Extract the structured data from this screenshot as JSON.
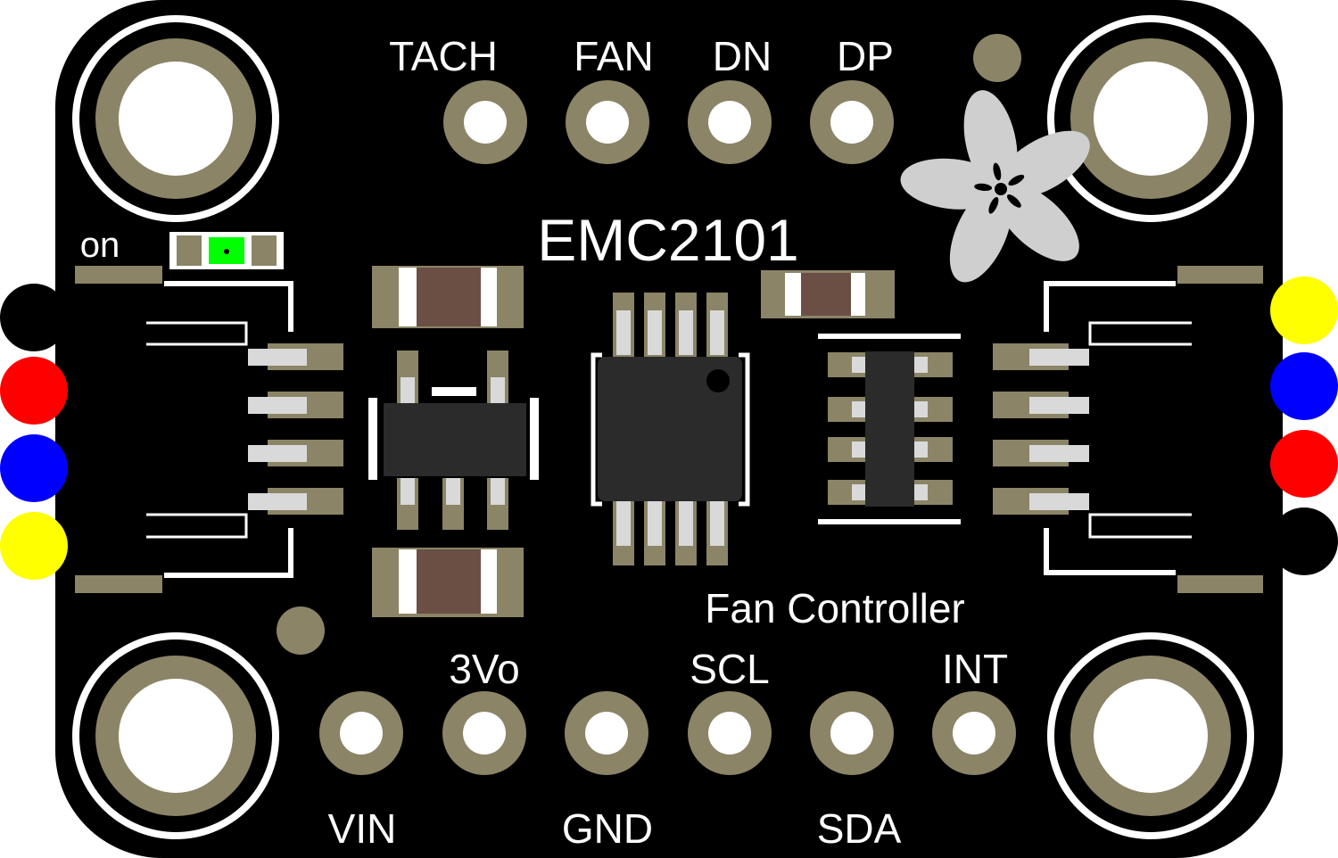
{
  "board": {
    "chip_name": "EMC2101",
    "subtitle": "Fan Controller",
    "led_label": "on",
    "top_pins": [
      "TACH",
      "FAN",
      "DN",
      "DP"
    ],
    "bottom_pins_upper_row": [
      "3Vo",
      "SCL",
      "INT"
    ],
    "bottom_pins_lower_row": [
      "VIN",
      "GND",
      "SDA"
    ],
    "colors": {
      "pcb": "#000000",
      "pad": "#8b8466",
      "silkscreen": "#ffffff",
      "led": "#00ff00",
      "capacitor_body": "#6b4f45",
      "ic_body": "#2b2b2b"
    },
    "left_connector_wires": [
      "black",
      "red",
      "blue",
      "yellow"
    ],
    "right_connector_wires": [
      "yellow",
      "blue",
      "red",
      "black"
    ],
    "logo": "adafruit-flower-icon"
  }
}
